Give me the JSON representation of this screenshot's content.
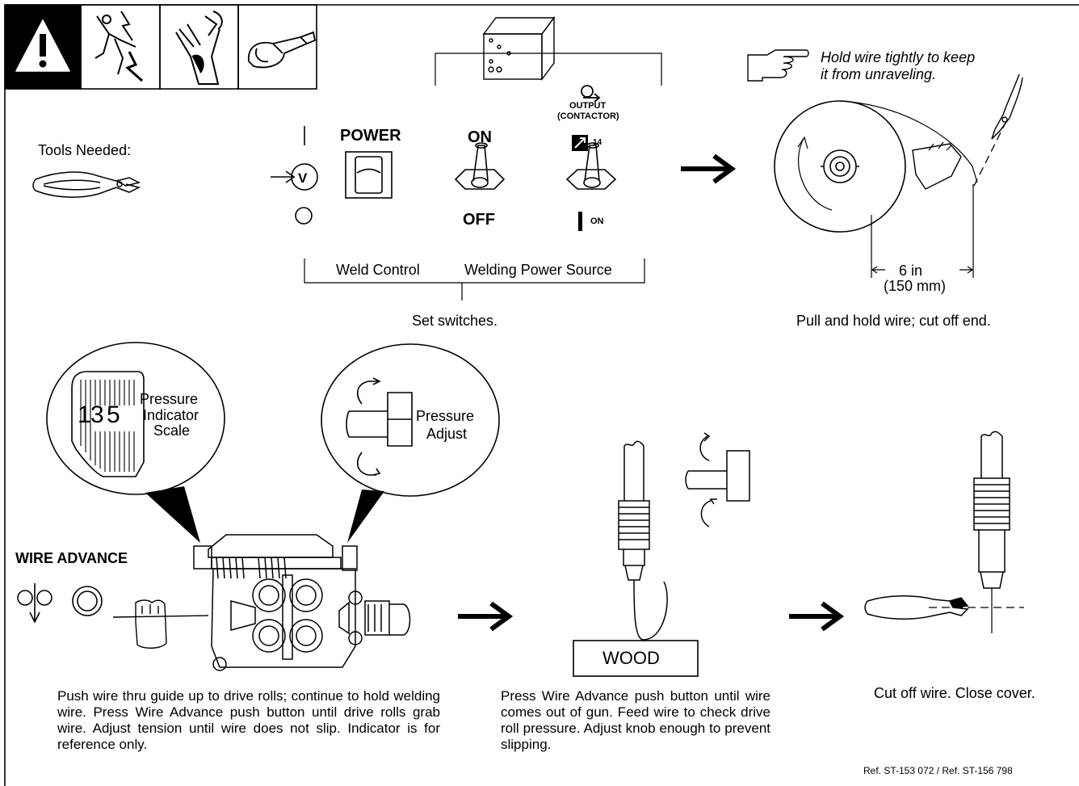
{
  "warning_icons": [
    "warning-triangle-icon",
    "electric-shock-icon",
    "hand-burn-icon",
    "safety-glasses-icon"
  ],
  "tools": {
    "label": "Tools Needed:",
    "icon": "wire-cutter-icon"
  },
  "switches": {
    "power_label": "POWER",
    "on_label": "ON",
    "off_label": "OFF",
    "output_label": "OUTPUT",
    "contactor_label": "(CONTACTOR)",
    "remote_code": "14",
    "on_small": "ON",
    "voltage_symbol": "V",
    "weld_control": "Weld Control",
    "power_source": "Welding Power Source",
    "caption": "Set switches."
  },
  "spool": {
    "note": "Hold wire tightly to keep it from unraveling.",
    "note_line1": "Hold wire tightly to keep",
    "note_line2": "it from unraveling.",
    "dim_in": "6 in",
    "dim_mm": "(150 mm)",
    "caption": "Pull and hold wire; cut off end."
  },
  "drive": {
    "scale_digits": [
      "1",
      "3",
      "5"
    ],
    "scale_label_1": "Pressure",
    "scale_label_2": "Indicator",
    "scale_label_3": "Scale",
    "adjust_label_1": "Pressure",
    "adjust_label_2": "Adjust",
    "wire_advance": "WIRE ADVANCE",
    "caption": "Push wire thru guide up to drive rolls; continue to hold welding wire. Press Wire Advance push button until drive rolls grab wire. Adjust tension until wire does not slip. Indicator is for reference only."
  },
  "gun": {
    "wood_label": "WOOD",
    "caption": "Press Wire Advance push button until wire comes out of gun. Feed wire to check drive roll pressure. Adjust knob enough to prevent slipping."
  },
  "cut": {
    "caption": "Cut off wire. Close cover."
  },
  "reference": "Ref. ST-153 072 / Ref. ST-156 798"
}
